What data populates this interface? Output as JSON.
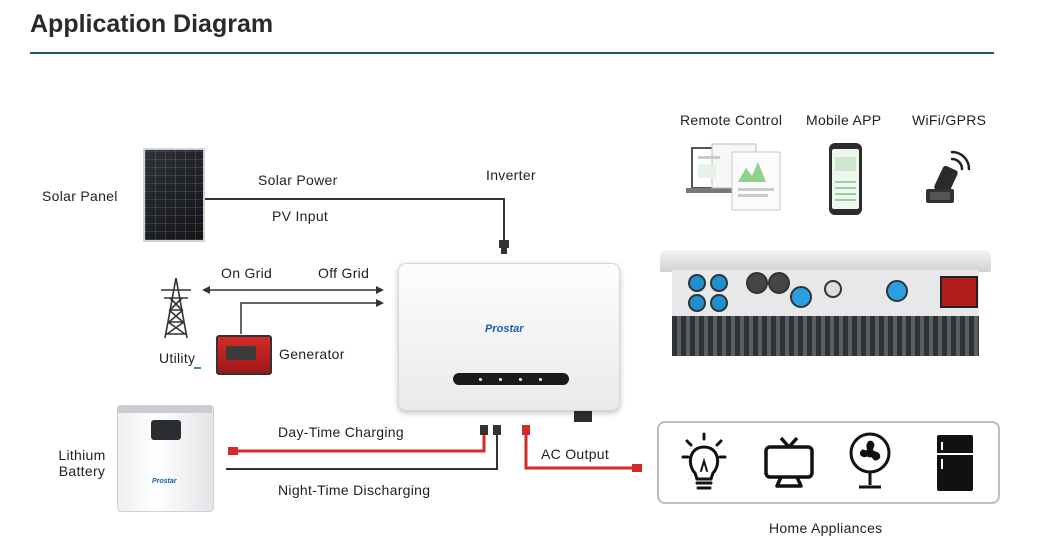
{
  "title": "Application Diagram",
  "labels": {
    "solar_panel": "Solar Panel",
    "solar_power": "Solar Power",
    "pv_input": "PV Input",
    "inverter": "Inverter",
    "on_grid": "On Grid",
    "off_grid": "Off Grid",
    "utility": "Utility",
    "generator": "Generator",
    "lithium": "Lithium",
    "battery": "Battery",
    "day_charging": "Day-Time Charging",
    "night_discharging": "Night-Time Discharging",
    "ac_output": "AC Output",
    "remote_control": "Remote Control",
    "mobile_app": "Mobile APP",
    "wifi_gprs": "WiFi/GPRS",
    "home_appliances": "Home Appliances"
  },
  "brand": "Prostar",
  "colors": {
    "accent_rule": "#1d4f66",
    "dc_line": "#d42a2a",
    "wire": "#333333"
  },
  "icons": [
    "light-bulb-icon",
    "tv-icon",
    "fan-icon",
    "refrigerator-icon",
    "wifi-dongle-icon",
    "pylon-icon"
  ]
}
